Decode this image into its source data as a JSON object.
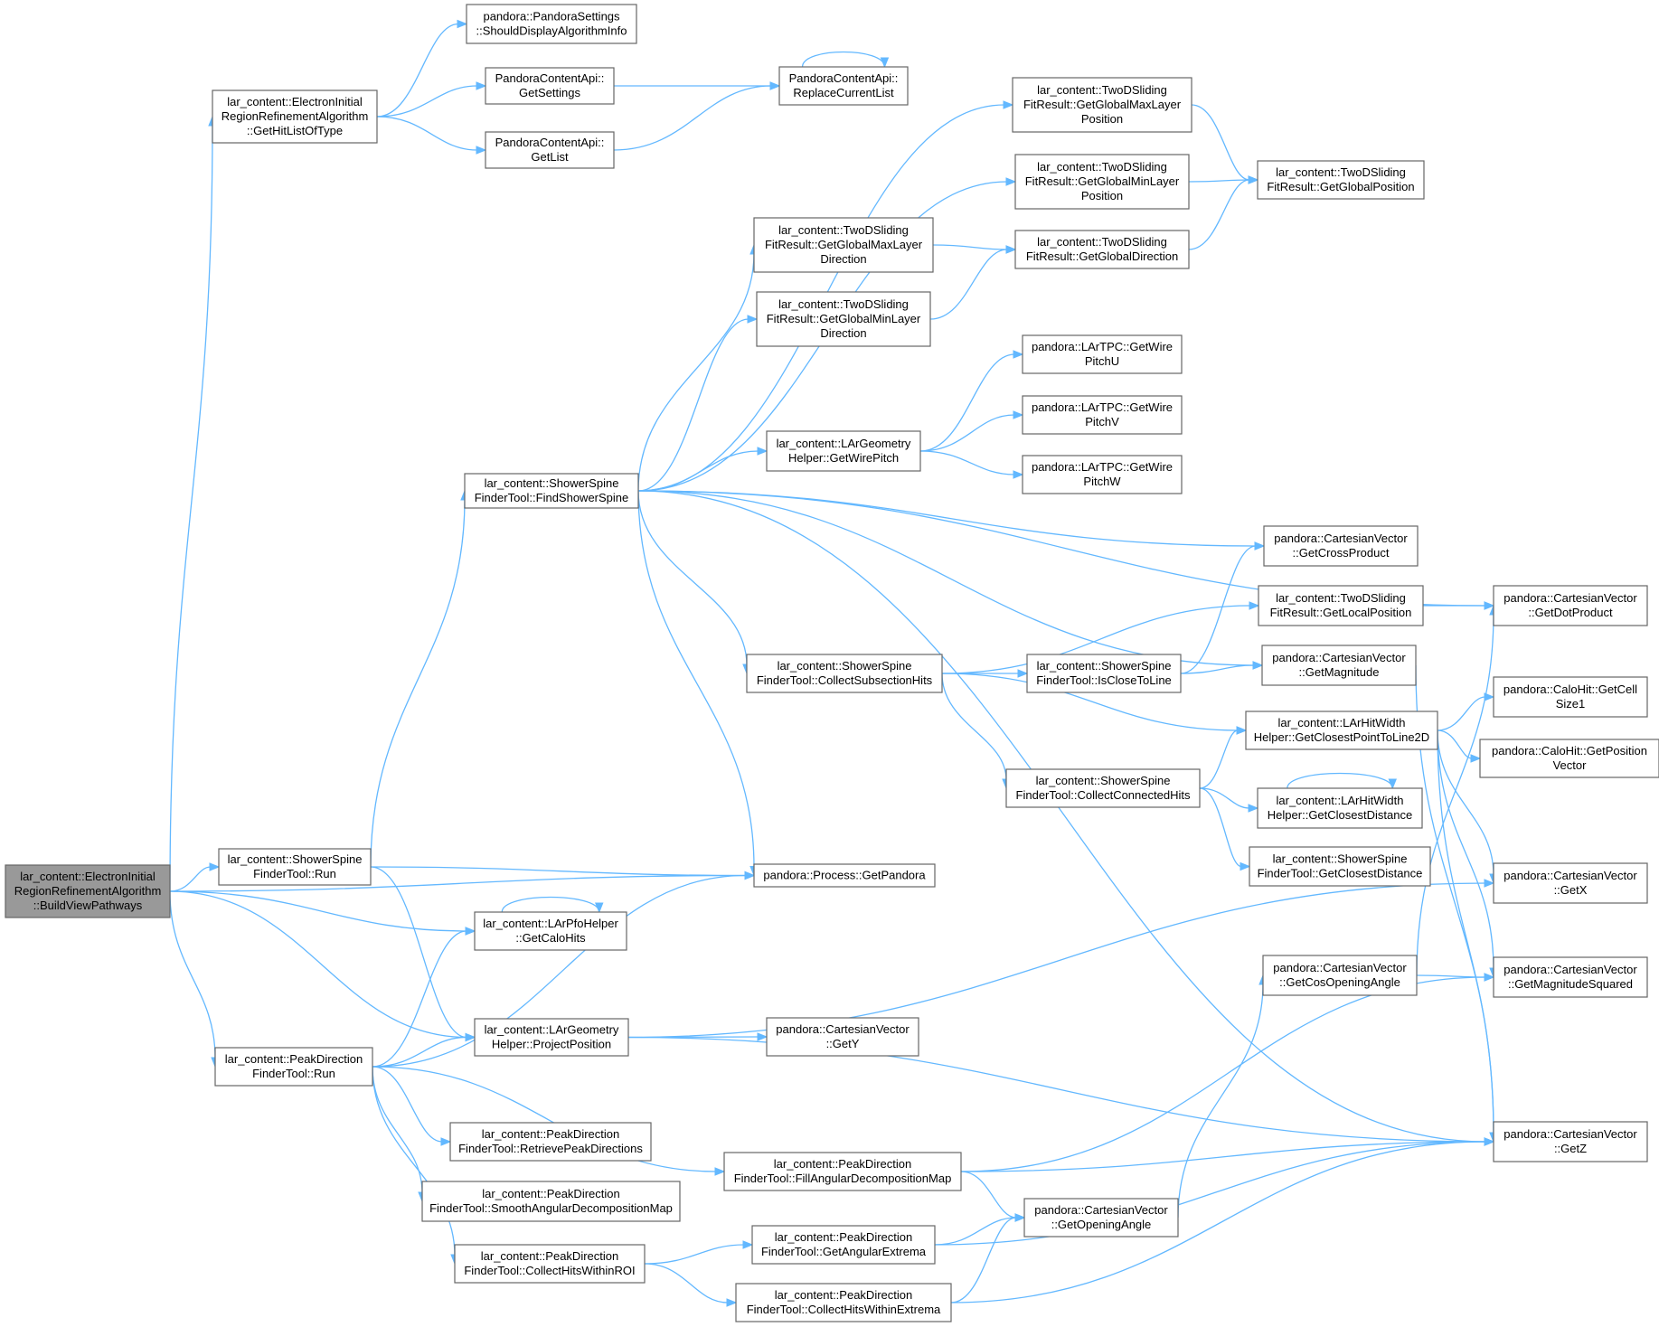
{
  "nodes": [
    {
      "id": "root",
      "lines": [
        "lar_content::ElectronInitial",
        "RegionRefinementAlgorithm",
        "::BuildViewPathways"
      ],
      "root": true
    },
    {
      "id": "gethitlist",
      "lines": [
        "lar_content::ElectronInitial",
        "RegionRefinementAlgorithm",
        "::GetHitListOfType"
      ]
    },
    {
      "id": "shoulddisplay",
      "lines": [
        "pandora::PandoraSettings",
        "::ShouldDisplayAlgorithmInfo"
      ]
    },
    {
      "id": "getsettings",
      "lines": [
        "PandoraContentApi::",
        "GetSettings"
      ]
    },
    {
      "id": "getlist",
      "lines": [
        "PandoraContentApi::",
        "GetList"
      ]
    },
    {
      "id": "replacecurrent",
      "lines": [
        "PandoraContentApi::",
        "ReplaceCurrentList"
      ]
    },
    {
      "id": "findshowerspine",
      "lines": [
        "lar_content::ShowerSpine",
        "FinderTool::FindShowerSpine"
      ]
    },
    {
      "id": "gmaxlayerpos",
      "lines": [
        "lar_content::TwoDSliding",
        "FitResult::GetGlobalMaxLayer",
        "Position"
      ]
    },
    {
      "id": "gminlayerpos",
      "lines": [
        "lar_content::TwoDSliding",
        "FitResult::GetGlobalMinLayer",
        "Position"
      ]
    },
    {
      "id": "gpos",
      "lines": [
        "lar_content::TwoDSliding",
        "FitResult::GetGlobalPosition"
      ]
    },
    {
      "id": "gmaxlayerdir",
      "lines": [
        "lar_content::TwoDSliding",
        "FitResult::GetGlobalMaxLayer",
        "Direction"
      ]
    },
    {
      "id": "gminlayerdir",
      "lines": [
        "lar_content::TwoDSliding",
        "FitResult::GetGlobalMinLayer",
        "Direction"
      ]
    },
    {
      "id": "gdir",
      "lines": [
        "lar_content::TwoDSliding",
        "FitResult::GetGlobalDirection"
      ]
    },
    {
      "id": "wirepitchu",
      "lines": [
        "pandora::LArTPC::GetWire",
        "PitchU"
      ]
    },
    {
      "id": "wirepitchv",
      "lines": [
        "pandora::LArTPC::GetWire",
        "PitchV"
      ]
    },
    {
      "id": "wirepitchw",
      "lines": [
        "pandora::LArTPC::GetWire",
        "PitchW"
      ]
    },
    {
      "id": "getwirepitch",
      "lines": [
        "lar_content::LArGeometry",
        "Helper::GetWirePitch"
      ]
    },
    {
      "id": "crossproduct",
      "lines": [
        "pandora::CartesianVector",
        "::GetCrossProduct"
      ]
    },
    {
      "id": "localpos",
      "lines": [
        "lar_content::TwoDSliding",
        "FitResult::GetLocalPosition"
      ]
    },
    {
      "id": "dotproduct",
      "lines": [
        "pandora::CartesianVector",
        "::GetDotProduct"
      ]
    },
    {
      "id": "collectsubsection",
      "lines": [
        "lar_content::ShowerSpine",
        "FinderTool::CollectSubsectionHits"
      ]
    },
    {
      "id": "isclosetoline",
      "lines": [
        "lar_content::ShowerSpine",
        "FinderTool::IsCloseToLine"
      ]
    },
    {
      "id": "magnitude",
      "lines": [
        "pandora::CartesianVector",
        "::GetMagnitude"
      ]
    },
    {
      "id": "closestpoint",
      "lines": [
        "lar_content::LArHitWidth",
        "Helper::GetClosestPointToLine2D"
      ]
    },
    {
      "id": "cellsize",
      "lines": [
        "pandora::CaloHit::GetCell",
        "Size1"
      ]
    },
    {
      "id": "posvector",
      "lines": [
        "pandora::CaloHit::GetPosition",
        "Vector"
      ]
    },
    {
      "id": "collectconnected",
      "lines": [
        "lar_content::ShowerSpine",
        "FinderTool::CollectConnectedHits"
      ]
    },
    {
      "id": "hwclosestdist",
      "lines": [
        "lar_content::LArHitWidth",
        "Helper::GetClosestDistance"
      ]
    },
    {
      "id": "ssclosestdist",
      "lines": [
        "lar_content::ShowerSpine",
        "FinderTool::GetClosestDistance"
      ]
    },
    {
      "id": "ssrun",
      "lines": [
        "lar_content::ShowerSpine",
        "FinderTool::Run"
      ]
    },
    {
      "id": "getpandora",
      "lines": [
        "pandora::Process::GetPandora"
      ]
    },
    {
      "id": "getx",
      "lines": [
        "pandora::CartesianVector",
        "::GetX"
      ]
    },
    {
      "id": "getcalohits",
      "lines": [
        "lar_content::LArPfoHelper",
        "::GetCaloHits"
      ]
    },
    {
      "id": "cosopening",
      "lines": [
        "pandora::CartesianVector",
        "::GetCosOpeningAngle"
      ]
    },
    {
      "id": "magsquared",
      "lines": [
        "pandora::CartesianVector",
        "::GetMagnitudeSquared"
      ]
    },
    {
      "id": "projectpos",
      "lines": [
        "lar_content::LArGeometry",
        "Helper::ProjectPosition"
      ]
    },
    {
      "id": "gety",
      "lines": [
        "pandora::CartesianVector",
        "::GetY"
      ]
    },
    {
      "id": "pdrun",
      "lines": [
        "lar_content::PeakDirection",
        "FinderTool::Run"
      ]
    },
    {
      "id": "retrievepeak",
      "lines": [
        "lar_content::PeakDirection",
        "FinderTool::RetrievePeakDirections"
      ]
    },
    {
      "id": "fillangular",
      "lines": [
        "lar_content::PeakDirection",
        "FinderTool::FillAngularDecompositionMap"
      ]
    },
    {
      "id": "getz",
      "lines": [
        "pandora::CartesianVector",
        "::GetZ"
      ]
    },
    {
      "id": "smoothangular",
      "lines": [
        "lar_content::PeakDirection",
        "FinderTool::SmoothAngularDecompositionMap"
      ]
    },
    {
      "id": "openingangle",
      "lines": [
        "pandora::CartesianVector",
        "::GetOpeningAngle"
      ]
    },
    {
      "id": "angularextrema",
      "lines": [
        "lar_content::PeakDirection",
        "FinderTool::GetAngularExtrema"
      ]
    },
    {
      "id": "collectroi",
      "lines": [
        "lar_content::PeakDirection",
        "FinderTool::CollectHitsWithinROI"
      ]
    },
    {
      "id": "collectextrema",
      "lines": [
        "lar_content::PeakDirection",
        "FinderTool::CollectHitsWithinExtrema"
      ]
    }
  ],
  "edges": [
    [
      "root",
      "gethitlist"
    ],
    [
      "root",
      "ssrun"
    ],
    [
      "root",
      "getpandora"
    ],
    [
      "root",
      "getcalohits"
    ],
    [
      "root",
      "projectpos"
    ],
    [
      "root",
      "pdrun"
    ],
    [
      "gethitlist",
      "shoulddisplay"
    ],
    [
      "gethitlist",
      "getsettings"
    ],
    [
      "gethitlist",
      "getlist"
    ],
    [
      "getsettings",
      "replacecurrent"
    ],
    [
      "getlist",
      "replacecurrent"
    ],
    [
      "replacecurrent",
      "replacecurrent"
    ],
    [
      "ssrun",
      "findshowerspine"
    ],
    [
      "ssrun",
      "getpandora"
    ],
    [
      "ssrun",
      "projectpos"
    ],
    [
      "findshowerspine",
      "gmaxlayerpos"
    ],
    [
      "findshowerspine",
      "gminlayerpos"
    ],
    [
      "findshowerspine",
      "gmaxlayerdir"
    ],
    [
      "findshowerspine",
      "gminlayerdir"
    ],
    [
      "findshowerspine",
      "crossproduct"
    ],
    [
      "findshowerspine",
      "getwirepitch"
    ],
    [
      "findshowerspine",
      "dotproduct"
    ],
    [
      "findshowerspine",
      "magnitude"
    ],
    [
      "findshowerspine",
      "collectsubsection"
    ],
    [
      "findshowerspine",
      "getpandora"
    ],
    [
      "findshowerspine",
      "getz"
    ],
    [
      "gmaxlayerpos",
      "gpos"
    ],
    [
      "gminlayerpos",
      "gpos"
    ],
    [
      "gmaxlayerdir",
      "gdir"
    ],
    [
      "gminlayerdir",
      "gdir"
    ],
    [
      "gdir",
      "gpos"
    ],
    [
      "getwirepitch",
      "wirepitchu"
    ],
    [
      "getwirepitch",
      "wirepitchv"
    ],
    [
      "getwirepitch",
      "wirepitchw"
    ],
    [
      "collectsubsection",
      "localpos"
    ],
    [
      "collectsubsection",
      "isclosetoline"
    ],
    [
      "collectsubsection",
      "closestpoint"
    ],
    [
      "collectsubsection",
      "collectconnected"
    ],
    [
      "localpos",
      "dotproduct"
    ],
    [
      "isclosetoline",
      "crossproduct"
    ],
    [
      "isclosetoline",
      "magnitude"
    ],
    [
      "magnitude",
      "getz"
    ],
    [
      "closestpoint",
      "cellsize"
    ],
    [
      "closestpoint",
      "posvector"
    ],
    [
      "closestpoint",
      "getx"
    ],
    [
      "closestpoint",
      "magsquared"
    ],
    [
      "closestpoint",
      "getz"
    ],
    [
      "collectconnected",
      "closestpoint"
    ],
    [
      "collectconnected",
      "hwclosestdist"
    ],
    [
      "collectconnected",
      "ssclosestdist"
    ],
    [
      "hwclosestdist",
      "hwclosestdist"
    ],
    [
      "cosopening",
      "dotproduct"
    ],
    [
      "cosopening",
      "magsquared"
    ],
    [
      "getcalohits",
      "getcalohits"
    ],
    [
      "projectpos",
      "getx"
    ],
    [
      "projectpos",
      "gety"
    ],
    [
      "projectpos",
      "getz"
    ],
    [
      "pdrun",
      "getcalohits"
    ],
    [
      "pdrun",
      "getpandora"
    ],
    [
      "pdrun",
      "projectpos"
    ],
    [
      "pdrun",
      "retrievepeak"
    ],
    [
      "pdrun",
      "fillangular"
    ],
    [
      "pdrun",
      "smoothangular"
    ],
    [
      "pdrun",
      "collectroi"
    ],
    [
      "fillangular",
      "magsquared"
    ],
    [
      "fillangular",
      "getz"
    ],
    [
      "fillangular",
      "openingangle"
    ],
    [
      "openingangle",
      "cosopening"
    ],
    [
      "collectroi",
      "angularextrema"
    ],
    [
      "collectroi",
      "collectextrema"
    ],
    [
      "angularextrema",
      "openingangle"
    ],
    [
      "angularextrema",
      "getz"
    ],
    [
      "collectextrema",
      "openingangle"
    ],
    [
      "collectextrema",
      "getz"
    ]
  ]
}
